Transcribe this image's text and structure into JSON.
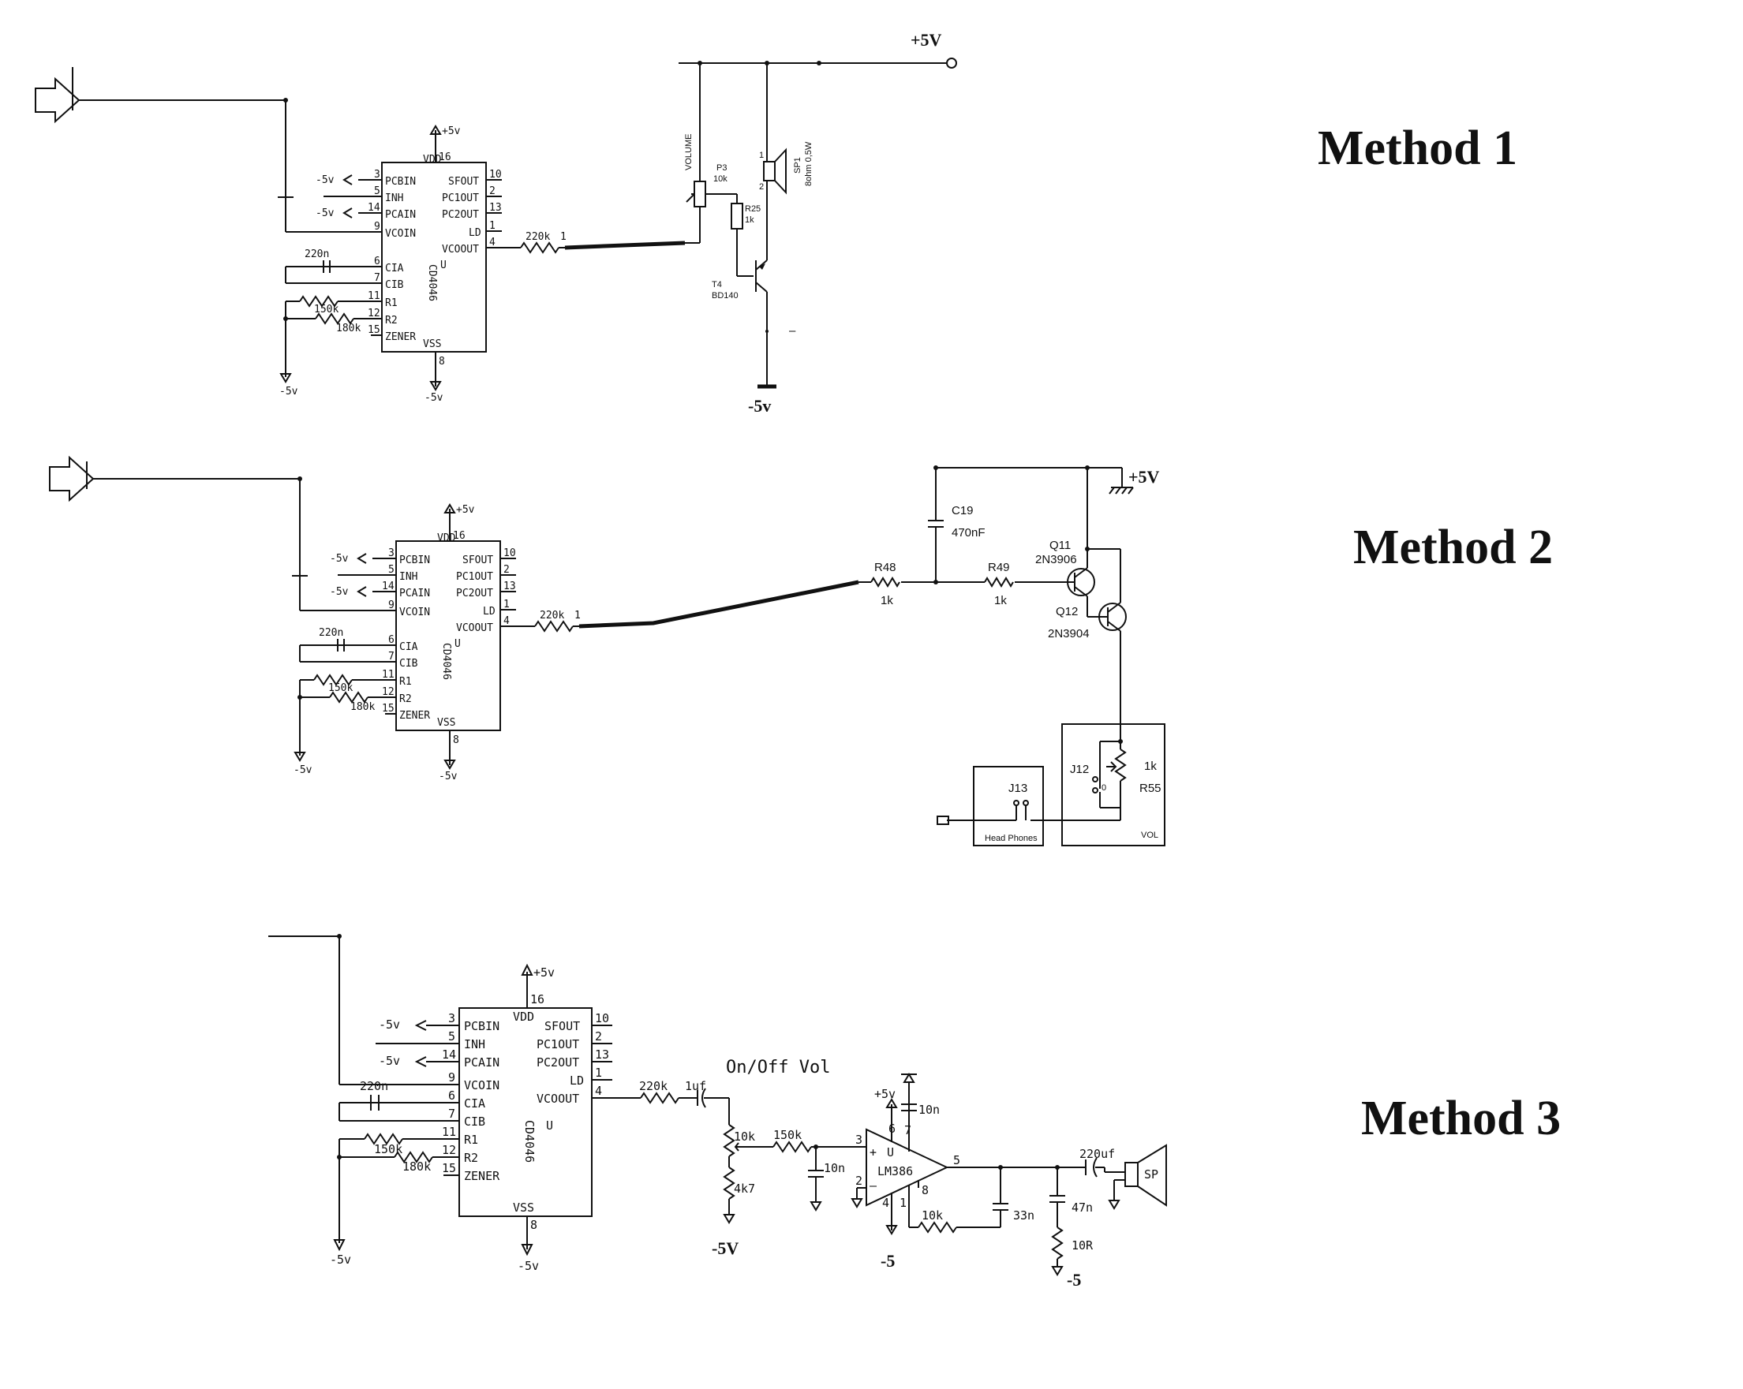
{
  "titles": {
    "method1": "Method 1",
    "method2": "Method 2",
    "method3": "Method 3"
  },
  "ic": {
    "name": "CD4046",
    "unit": "U",
    "vdd": "VDD",
    "vss": "VSS",
    "supply_pos": "+5v",
    "supply_neg": "-5v",
    "left_pins": [
      {
        "num": "3",
        "label": "PCBIN"
      },
      {
        "num": "5",
        "label": "INH"
      },
      {
        "num": "14",
        "label": "PCAIN"
      },
      {
        "num": "9",
        "label": "VCOIN"
      },
      {
        "num": "6",
        "label": "CIA"
      },
      {
        "num": "7",
        "label": "CIB"
      },
      {
        "num": "11",
        "label": "R1"
      },
      {
        "num": "12",
        "label": "R2"
      },
      {
        "num": "15",
        "label": "ZENER"
      }
    ],
    "right_pins": [
      {
        "num": "10",
        "label": "SFOUT"
      },
      {
        "num": "2",
        "label": "PC1OUT"
      },
      {
        "num": "13",
        "label": "PC2OUT"
      },
      {
        "num": "1",
        "label": "LD"
      },
      {
        "num": "4",
        "label": "VCOOUT"
      }
    ],
    "top_pin": "16",
    "bottom_pin": "8",
    "cap": "220n",
    "r1": "150k",
    "r2": "180k",
    "out_res": "220k"
  },
  "method1": {
    "rail_pos": "+5V",
    "rail_neg": "-5v",
    "pot_label": "VOLUME",
    "pot_ref": "P3",
    "pot_val": "10k",
    "res_ref": "R25",
    "res_val": "1k",
    "trans_ref": "T4",
    "trans_part": "BD140",
    "spk_ref": "SP1",
    "spk_val": "8ohm 0,5W",
    "spk_pin1": "1",
    "spk_pin2": "2",
    "minus_mark": "–"
  },
  "method2": {
    "rail_pos": "+5V",
    "c19_ref": "C19",
    "c19_val": "470nF",
    "r48_ref": "R48",
    "r48_val": "1k",
    "r49_ref": "R49",
    "r49_val": "1k",
    "q11_ref": "Q11",
    "q11_part": "2N3906",
    "q12_ref": "Q12",
    "q12_part": "2N3904",
    "j12_ref": "J12",
    "r55_val": "1k",
    "r55_ref": "R55",
    "vol_label": "VOL",
    "j13_ref": "J13",
    "headphones": "Head Phones"
  },
  "method3": {
    "header": "On/Off Vol",
    "cap1": "1uf",
    "pot": "10k",
    "r150": "150k",
    "r4k7": "4k7",
    "c10n_a": "10n",
    "c10n_b": "10n",
    "amp": "LM386",
    "amp_unit": "U",
    "pin3": "3",
    "pin2": "2",
    "pin6": "6",
    "pin7": "7",
    "pin4": "4",
    "pin5": "5",
    "pin8": "8",
    "pin1": "1",
    "vplus": "+5v",
    "r10k": "10k",
    "c33n": "33n",
    "c47n": "47n",
    "r10r": "10R",
    "c220u": "220uf",
    "spk": "SP",
    "neg5_a": "-5V",
    "neg5_b": "-5",
    "neg5_c": "-5"
  }
}
